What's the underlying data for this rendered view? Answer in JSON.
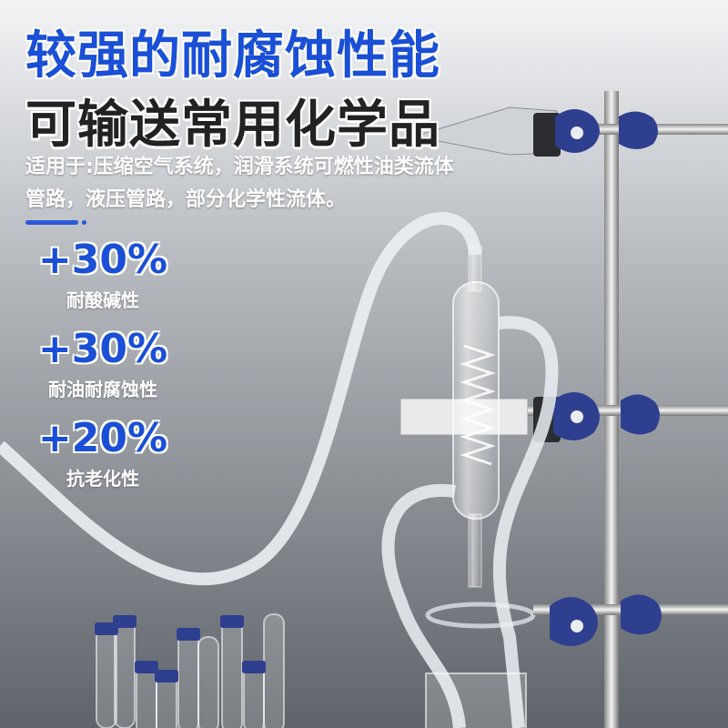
{
  "headline": {
    "line1": "较强的耐腐蚀性能",
    "line2": "可输送常用化学品"
  },
  "description": "适用于:压缩空气系统，润滑系统可燃性油类流体管路，液压管路，部分化学性流体。",
  "stats": [
    {
      "value": "+30%",
      "label": "耐酸碱性"
    },
    {
      "value": "+30%",
      "label": "耐油耐腐蚀性"
    },
    {
      "value": "+20%",
      "label": "抗老化性"
    }
  ],
  "colors": {
    "accent_blue": "#1a4fd6",
    "background_top": "#eef0f3",
    "background_bottom": "#6d7278"
  }
}
